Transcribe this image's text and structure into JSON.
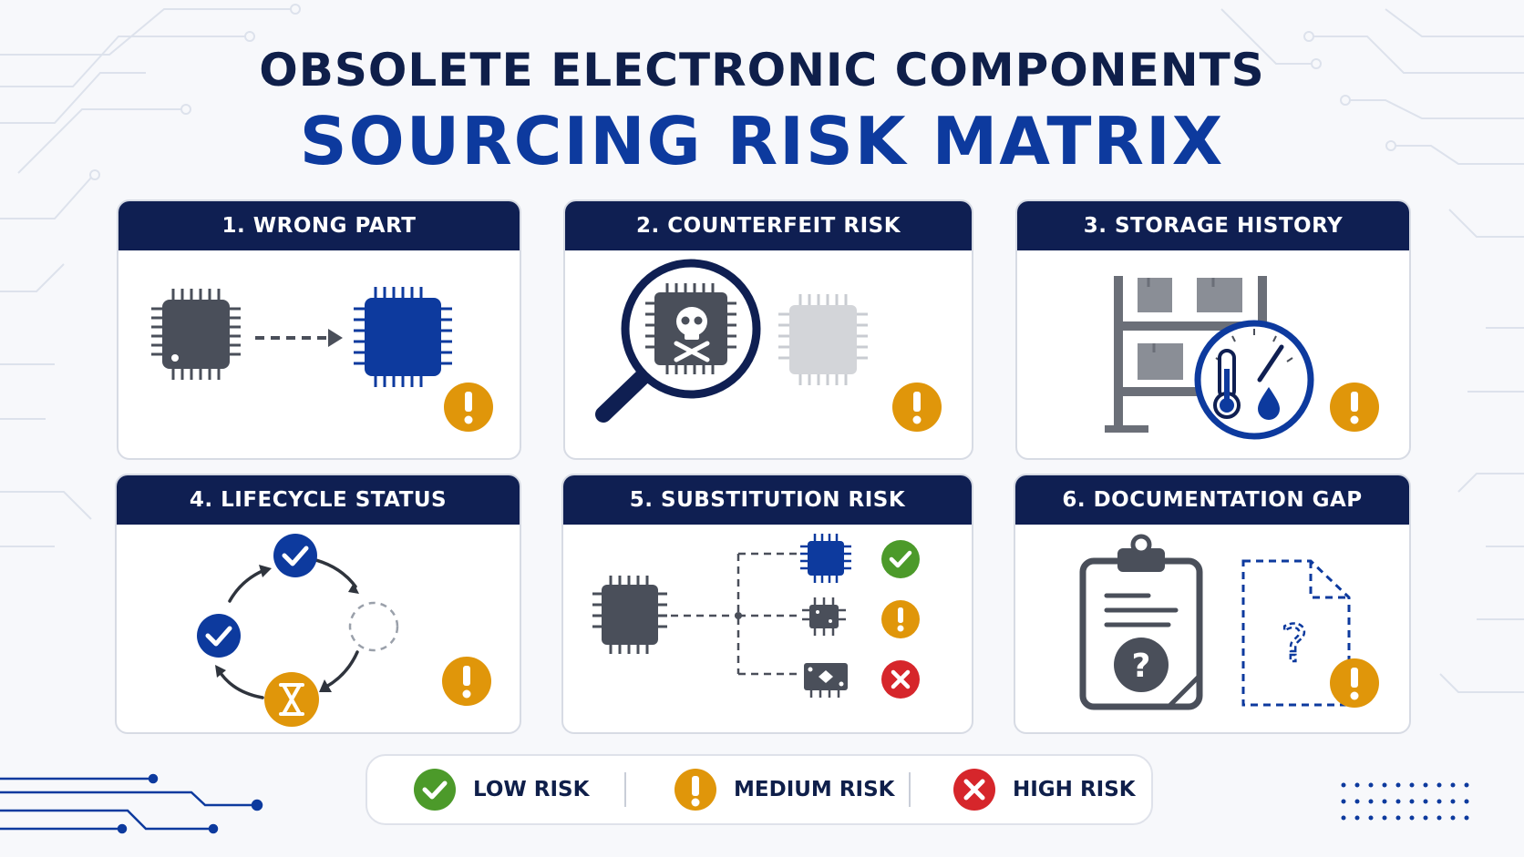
{
  "title": {
    "line1": "OBSOLETE ELECTRONIC COMPONENTS",
    "line2": "SOURCING RISK MATRIX"
  },
  "cards": [
    {
      "heading": "1. WRONG PART",
      "risk": "medium"
    },
    {
      "heading": "2. COUNTERFEIT RISK",
      "risk": "medium"
    },
    {
      "heading": "3. STORAGE HISTORY",
      "risk": "medium"
    },
    {
      "heading": "4. LIFECYCLE STATUS",
      "risk": "medium"
    },
    {
      "heading": "5. SUBSTITUTION RISK",
      "risk": "medium"
    },
    {
      "heading": "6. DOCUMENTATION GAP",
      "risk": "medium"
    }
  ],
  "legend": [
    {
      "label": "LOW RISK",
      "icon": "check-icon",
      "color": "#4c9a2a"
    },
    {
      "label": "MEDIUM RISK",
      "icon": "exclamation-icon",
      "color": "#e0960a"
    },
    {
      "label": "HIGH RISK",
      "icon": "x-icon",
      "color": "#d6262b"
    }
  ],
  "colors": {
    "navy": "#0f1f52",
    "blue": "#0d3a9e",
    "chip_gray": "#4a4f5a",
    "low": "#4c9a2a",
    "medium": "#e0960a",
    "high": "#d6262b"
  }
}
